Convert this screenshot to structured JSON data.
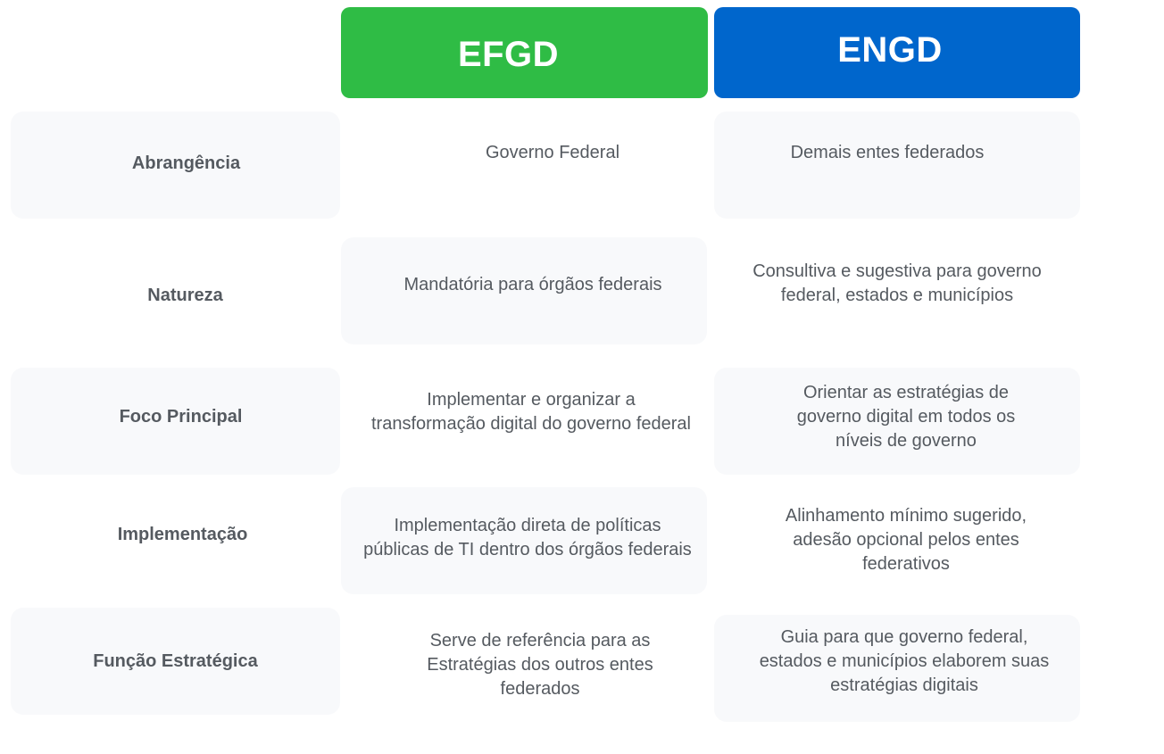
{
  "headers": {
    "efgd": "EFGD",
    "engd": "ENGD"
  },
  "colors": {
    "efgd": "#2fbc45",
    "engd": "#0066cc",
    "cell_bg": "#f8f9fb",
    "text": "#555a60"
  },
  "rows": [
    {
      "label": "Abrangência",
      "efgd": "Governo Federal",
      "engd": "Demais entes federados"
    },
    {
      "label": "Natureza",
      "efgd": "Mandatória para órgãos federais",
      "engd": "Consultiva e sugestiva para governo federal, estados e municípios"
    },
    {
      "label": "Foco Principal",
      "efgd": "Implementar e organizar a transformação digital do governo federal",
      "engd": "Orientar as estratégias de governo digital em todos os níveis de governo"
    },
    {
      "label": "Implementação",
      "efgd": "Implementação direta de políticas públicas de TI dentro dos órgãos federais",
      "engd": "Alinhamento mínimo sugerido, adesão opcional pelos entes federativos"
    },
    {
      "label": "Função Estratégica",
      "efgd": "Serve de referência para as Estratégias dos outros entes federados",
      "engd": "Guia para que governo federal, estados e municípios elaborem suas estratégias digitais"
    }
  ]
}
